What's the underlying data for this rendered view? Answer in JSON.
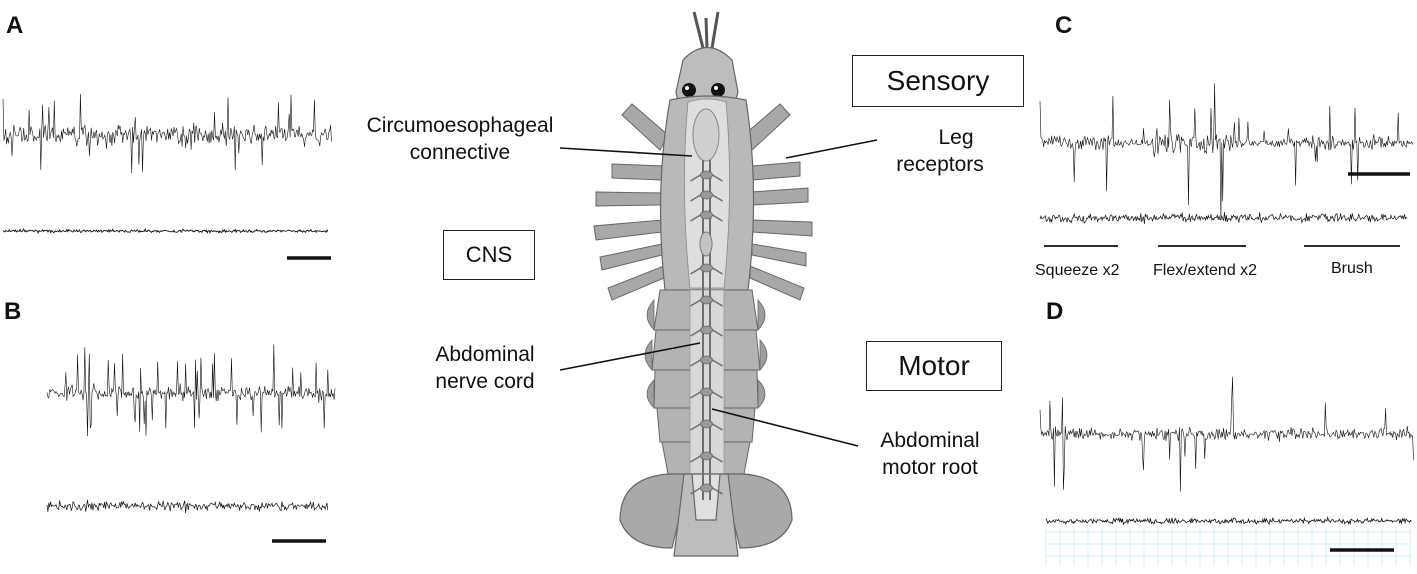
{
  "panels": {
    "a": "A",
    "b": "B",
    "c": "C",
    "d": "D"
  },
  "boxes": {
    "sensory": "Sensory",
    "cns": "CNS",
    "motor": "Motor"
  },
  "anatomy_labels": {
    "circumoesophageal_line1": "Circumoesophageal",
    "circumoesophageal_line2": "connective",
    "leg_line1": "Leg",
    "leg_line2": "receptors",
    "abdominal_cord_line1": "Abdominal",
    "abdominal_cord_line2": "nerve cord",
    "motor_root_line1": "Abdominal",
    "motor_root_line2": "motor root"
  },
  "stimuli": {
    "squeeze": "Squeeze x2",
    "flex": "Flex/extend  x2",
    "brush": "Brush"
  },
  "colors": {
    "trace": "#111111",
    "body_fill": "#b9b9b9",
    "body_dark": "#8a8a8a",
    "nerve_fill": "#e4e4e4",
    "grid": "#c9eef5"
  }
}
